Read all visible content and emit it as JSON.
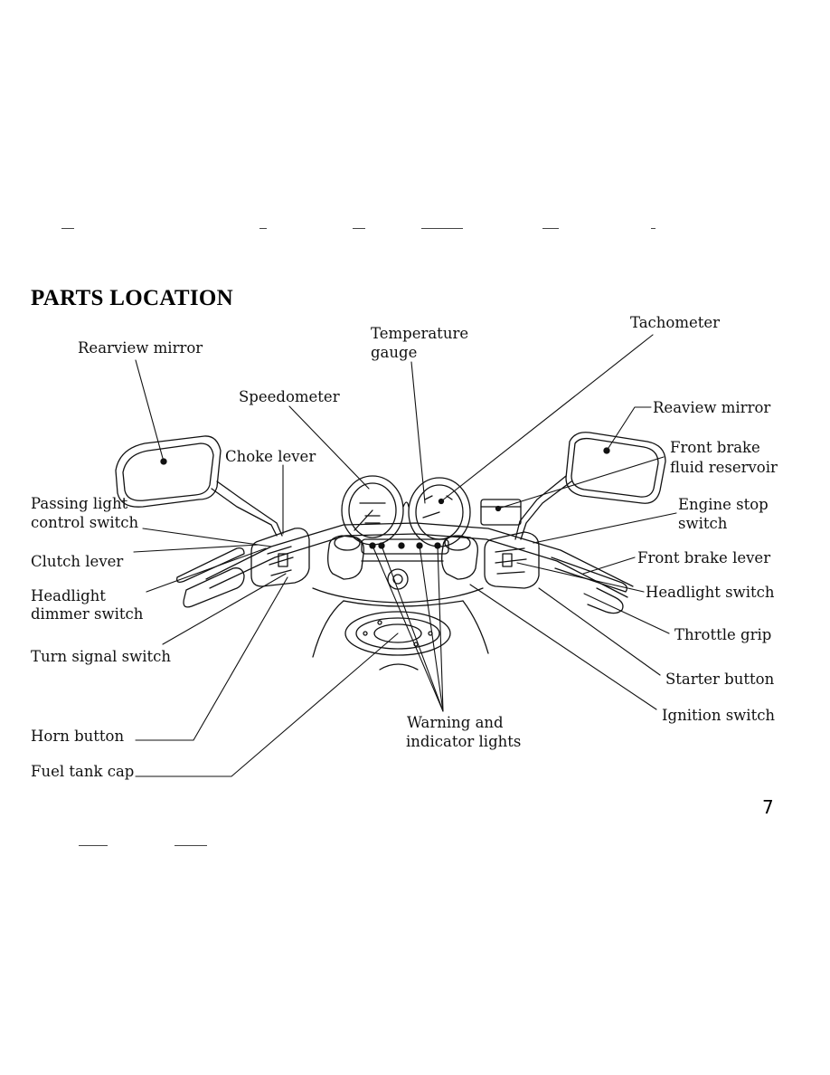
{
  "page": {
    "title": "PARTS LOCATION",
    "page_number": "7"
  },
  "labels": {
    "rearview_mirror_left": "Rearview mirror",
    "temperature_gauge_1": "Temperature",
    "temperature_gauge_2": "gauge",
    "tachometer": "Tachometer",
    "speedometer": "Speedometer",
    "reaview_mirror_right": "Reaview mirror",
    "choke_lever": "Choke lever",
    "front_brake_fluid_1": "Front brake",
    "front_brake_fluid_2": "fluid reservoir",
    "passing_light_1": "Passing light",
    "passing_light_2": "control switch",
    "engine_stop_1": "Engine stop",
    "engine_stop_2": "switch",
    "clutch_lever": "Clutch lever",
    "front_brake_lever": "Front brake lever",
    "headlight_dimmer_1": "Headlight",
    "headlight_dimmer_2": "dimmer switch",
    "headlight_switch": "Headlight switch",
    "throttle_grip": "Throttle grip",
    "turn_signal_switch": "Turn signal switch",
    "starter_button": "Starter button",
    "ignition_switch": "Ignition switch",
    "warning_lights_1": "Warning and",
    "warning_lights_2": "indicator lights",
    "horn_button": "Horn button",
    "fuel_tank_cap": "Fuel tank cap"
  }
}
